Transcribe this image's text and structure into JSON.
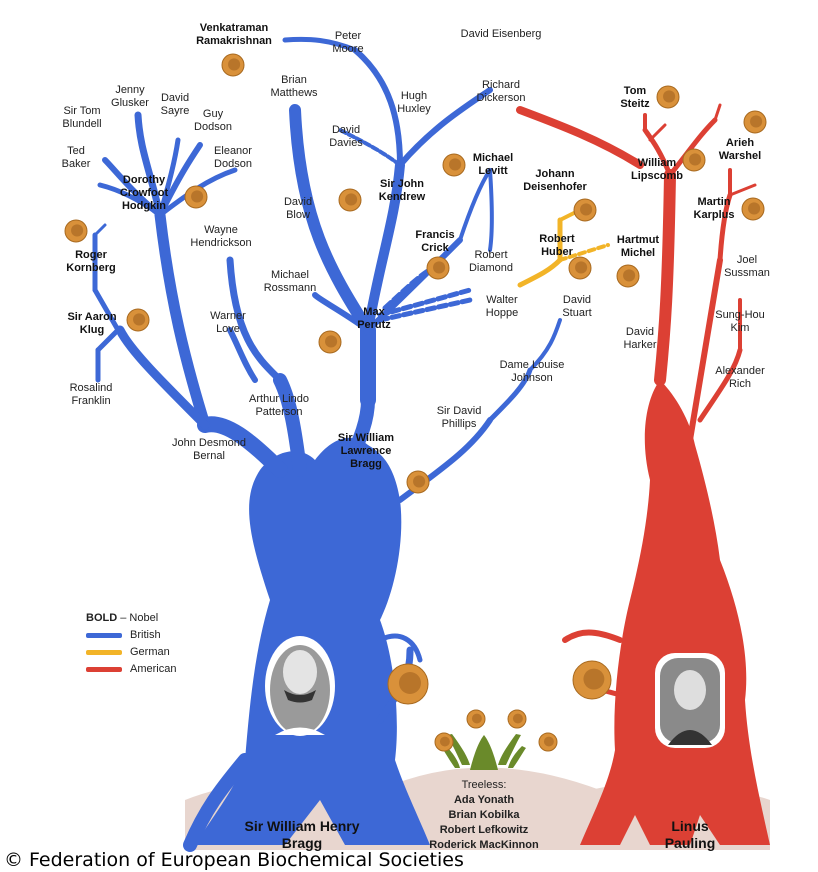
{
  "colors": {
    "british": "#3d68d6",
    "german": "#f2b428",
    "american": "#dc4034",
    "medal": "#d9913a",
    "ground": "#e8d6cf",
    "plant": "#6a8a2a"
  },
  "legend": {
    "bold_word": "BOLD",
    "bold_desc": " – Nobel",
    "items": [
      {
        "label": "British",
        "color": "#3d68d6"
      },
      {
        "label": "German",
        "color": "#f2b428"
      },
      {
        "label": "American",
        "color": "#dc4034"
      }
    ]
  },
  "people": [
    {
      "id": "ramakrishnan",
      "text": "Venkatraman\nRamakrishnan",
      "bold": true
    },
    {
      "id": "moore",
      "text": "Peter\nMoore",
      "bold": false
    },
    {
      "id": "eisenberg",
      "text": "David Eisenberg",
      "bold": false
    },
    {
      "id": "glusker",
      "text": "Jenny\nGlusker",
      "bold": false
    },
    {
      "id": "sayre",
      "text": "David\nSayre",
      "bold": false
    },
    {
      "id": "dodson_g",
      "text": "Guy\nDodson",
      "bold": false
    },
    {
      "id": "blundell",
      "text": "Sir Tom\nBlundell",
      "bold": false
    },
    {
      "id": "matthews",
      "text": "Brian\nMatthews",
      "bold": false
    },
    {
      "id": "huxley",
      "text": "Hugh\nHuxley",
      "bold": false
    },
    {
      "id": "dickerson",
      "text": "Richard\nDickerson",
      "bold": false
    },
    {
      "id": "steitz",
      "text": "Tom\nSteitz",
      "bold": true
    },
    {
      "id": "davies",
      "text": "David\nDavies",
      "bold": false
    },
    {
      "id": "warshel",
      "text": "Arieh\nWarshel",
      "bold": true
    },
    {
      "id": "baker",
      "text": "Ted\nBaker",
      "bold": false
    },
    {
      "id": "dodson_e",
      "text": "Eleanor\nDodson",
      "bold": false
    },
    {
      "id": "levitt",
      "text": "Michael\nLevitt",
      "bold": true
    },
    {
      "id": "lipscomb",
      "text": "William\nLipscomb",
      "bold": true
    },
    {
      "id": "hodgkin",
      "text": "Dorothy\nCrowfoot\nHodgkin",
      "bold": true
    },
    {
      "id": "kendrew",
      "text": "Sir John\nKendrew",
      "bold": true
    },
    {
      "id": "deisenhofer",
      "text": "Johann\nDeisenhofer",
      "bold": true
    },
    {
      "id": "blow",
      "text": "David\nBlow",
      "bold": false
    },
    {
      "id": "karplus",
      "text": "Martin\nKarplus",
      "bold": true
    },
    {
      "id": "crick",
      "text": "Francis\nCrick",
      "bold": true
    },
    {
      "id": "hendrickson",
      "text": "Wayne\nHendrickson",
      "bold": false
    },
    {
      "id": "huber",
      "text": "Robert\nHuber",
      "bold": true
    },
    {
      "id": "michel",
      "text": "Hartmut\nMichel",
      "bold": true
    },
    {
      "id": "kornberg",
      "text": "Roger\nKornberg",
      "bold": true
    },
    {
      "id": "diamond",
      "text": "Robert\nDiamond",
      "bold": false
    },
    {
      "id": "sussman",
      "text": "Joel\nSussman",
      "bold": false
    },
    {
      "id": "rossmann",
      "text": "Michael\nRossmann",
      "bold": false
    },
    {
      "id": "hoppe",
      "text": "Walter\nHoppe",
      "bold": false
    },
    {
      "id": "stuart",
      "text": "David\nStuart",
      "bold": false
    },
    {
      "id": "klug",
      "text": "Sir Aaron\nKlug",
      "bold": true
    },
    {
      "id": "love",
      "text": "Warner\nLove",
      "bold": false
    },
    {
      "id": "perutz",
      "text": "Max\nPerutz",
      "bold": true
    },
    {
      "id": "kim",
      "text": "Sung-Hou\nKim",
      "bold": false
    },
    {
      "id": "harker",
      "text": "David\nHarker",
      "bold": false
    },
    {
      "id": "johnson",
      "text": "Dame Louise\nJohnson",
      "bold": false
    },
    {
      "id": "rich",
      "text": "Alexander\nRich",
      "bold": false
    },
    {
      "id": "franklin",
      "text": "Rosalind\nFranklin",
      "bold": false
    },
    {
      "id": "patterson",
      "text": "Arthur Lindo\nPatterson",
      "bold": false
    },
    {
      "id": "phillips",
      "text": "Sir David\nPhillips",
      "bold": false
    },
    {
      "id": "bernal",
      "text": "John Desmond\nBernal",
      "bold": false
    },
    {
      "id": "wl_bragg",
      "text": "Sir William\nLawrence\nBragg",
      "bold": true
    }
  ],
  "roots": {
    "left": "Sir William Henry\nBragg",
    "right": "Linus\nPauling"
  },
  "treeless": {
    "heading": "Treeless:",
    "names": [
      "Ada Yonath",
      "Brian Kobilka",
      "Robert Lefkowitz",
      "Roderick MacKinnon"
    ]
  },
  "copyright": "© Federation of European Biochemical Societies"
}
